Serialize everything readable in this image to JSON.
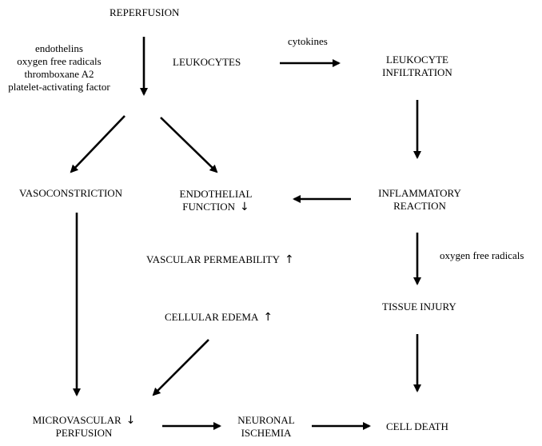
{
  "nodes": {
    "reperfusion": "REPERFUSION",
    "mediators": [
      "endothelins",
      "oxygen free radicals",
      "thromboxane A2",
      "platelet-activating factor"
    ],
    "leukocytes": "LEUKOCYTES",
    "cytokines": "cytokines",
    "leukocyte_infiltration": [
      "LEUKOCYTE",
      "INFILTRATION"
    ],
    "vasoconstriction": "VASOCONSTRICTION",
    "endothelial_function": [
      "ENDOTHELIAL",
      "FUNCTION"
    ],
    "inflammatory_reaction": [
      "INFLAMMATORY",
      "REACTION"
    ],
    "vascular_permeability": "VASCULAR PERMEABILITY",
    "oxygen_free_radicals": "oxygen free radicals",
    "tissue_injury": "TISSUE INJURY",
    "cellular_edema": "CELLULAR EDEMA",
    "microvascular_perfusion": [
      "MICROVASCULAR",
      "PERFUSION"
    ],
    "neuronal_ischemia": [
      "NEURONAL",
      "ISCHEMIA"
    ],
    "cell_death": "CELL DEATH"
  },
  "indicators": {
    "decrease": "↓",
    "increase": "↑"
  }
}
